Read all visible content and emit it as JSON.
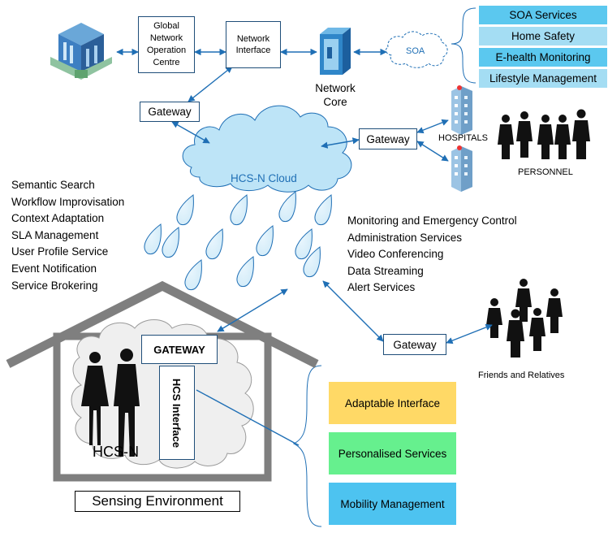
{
  "boxes": {
    "gnoc": "Global Network Operation Centre",
    "network_interface": "Network Interface",
    "soa": "SOA",
    "network_core": "Network Core",
    "gateway_top": "Gateway",
    "gateway_mid": "Gateway",
    "gateway_bottom": "Gateway",
    "house_gateway": "GATEWAY",
    "hcs_interface": "HCS Interface"
  },
  "cloud_label": "HCS-N Cloud",
  "labels": {
    "hospitals": "HOSPITALS",
    "personnel": "PERSONNEL",
    "friends": "Friends and Relatives",
    "hcsn": "HCS-N",
    "sensing_environment": "Sensing Environment"
  },
  "soa_services": [
    "SOA Services",
    "Home Safety",
    "E-health Monitoring",
    "Lifestyle Management"
  ],
  "left_services": [
    "Semantic Search",
    "Workflow Improvisation",
    "Context Adaptation",
    "SLA Management",
    "User Profile Service",
    "Event Notification",
    "Service Brokering"
  ],
  "right_services": [
    "Monitoring and Emergency Control",
    "Administration Services",
    "Video Conferencing",
    "Data Streaming",
    "Alert Services"
  ],
  "features": [
    {
      "label": "Adaptable Interface",
      "color": "#ffd966"
    },
    {
      "label": "Personalised Services",
      "color": "#66f08e"
    },
    {
      "label": "Mobility Management",
      "color": "#4dc3f0"
    }
  ],
  "colors": {
    "accent": "#1f6fb5",
    "cloud_fill": "#bde4f7",
    "house": "#7f7f7f",
    "soa_dark": "#5bc8ef",
    "soa_light": "#a4ddf3"
  }
}
